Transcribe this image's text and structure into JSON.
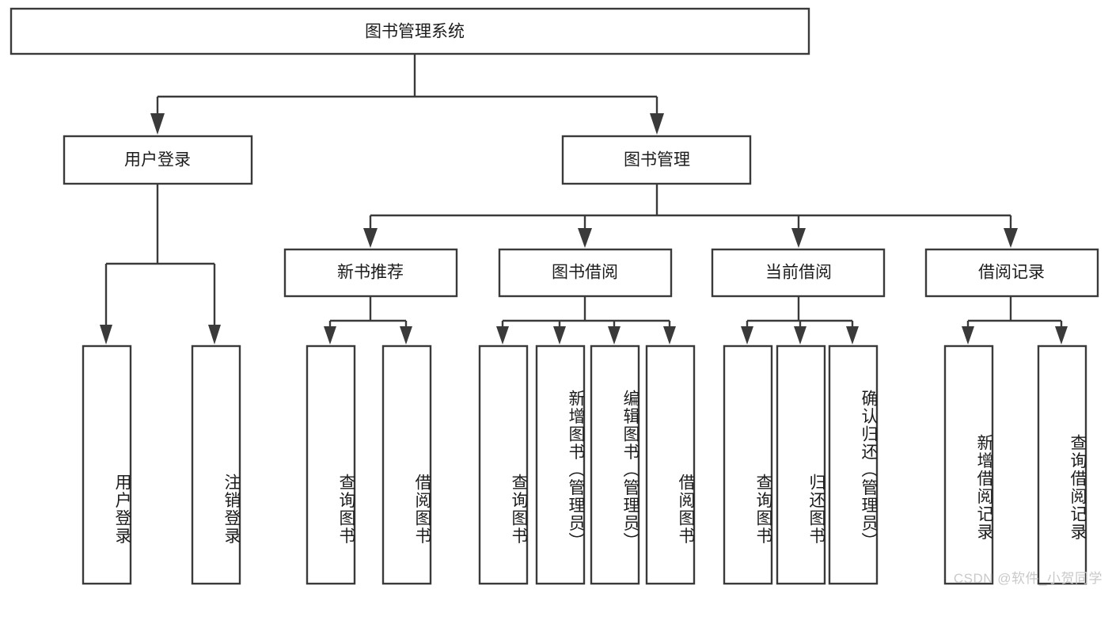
{
  "diagram": {
    "type": "tree",
    "title": "图书管理系统",
    "theme": {
      "background": "#ffffff",
      "box_fill": "#ffffff",
      "box_stroke": "#3a3a3a",
      "connector": "#3a3a3a",
      "text": "#1c1c1c",
      "watermark": "#c9c9c9"
    },
    "root": {
      "id": "root",
      "label": "图书管理系统",
      "orientation": "horizontal"
    },
    "level1": [
      {
        "id": "user-login",
        "label": "用户登录",
        "orientation": "horizontal"
      },
      {
        "id": "book-manage",
        "label": "图书管理",
        "orientation": "horizontal"
      }
    ],
    "level2": [
      {
        "id": "new-book-recommend",
        "label": "新书推荐",
        "parent": "book-manage",
        "orientation": "horizontal"
      },
      {
        "id": "book-borrow",
        "label": "图书借阅",
        "parent": "book-manage",
        "orientation": "horizontal"
      },
      {
        "id": "current-borrow",
        "label": "当前借阅",
        "parent": "book-manage",
        "orientation": "horizontal"
      },
      {
        "id": "borrow-record",
        "label": "借阅记录",
        "parent": "book-manage",
        "orientation": "horizontal"
      }
    ],
    "leaves": [
      {
        "id": "leaf-user-login",
        "label": "用户登录",
        "parent": "user-login",
        "orientation": "vertical"
      },
      {
        "id": "leaf-user-logout",
        "label": "注销登录",
        "parent": "user-login",
        "orientation": "vertical"
      },
      {
        "id": "leaf-query-book-rec",
        "label": "查询图书",
        "parent": "new-book-recommend",
        "orientation": "vertical"
      },
      {
        "id": "leaf-borrow-book-rec",
        "label": "借阅图书",
        "parent": "new-book-recommend",
        "orientation": "vertical"
      },
      {
        "id": "leaf-query-book-borrow",
        "label": "查询图书",
        "parent": "book-borrow",
        "orientation": "vertical"
      },
      {
        "id": "leaf-add-book-admin",
        "label": "新增图书（管理员）",
        "parent": "book-borrow",
        "orientation": "vertical"
      },
      {
        "id": "leaf-edit-book-admin",
        "label": "编辑图书（管理员）",
        "parent": "book-borrow",
        "orientation": "vertical"
      },
      {
        "id": "leaf-borrow-book",
        "label": "借阅图书",
        "parent": "book-borrow",
        "orientation": "vertical"
      },
      {
        "id": "leaf-query-book-cur",
        "label": "查询图书",
        "parent": "current-borrow",
        "orientation": "vertical"
      },
      {
        "id": "leaf-return-book",
        "label": "归还图书",
        "parent": "current-borrow",
        "orientation": "vertical"
      },
      {
        "id": "leaf-confirm-return-admin",
        "label": "确认归还（管理员）",
        "parent": "current-borrow",
        "orientation": "vertical"
      },
      {
        "id": "leaf-add-borrow-record",
        "label": "新增借阅记录",
        "parent": "borrow-record",
        "orientation": "vertical"
      },
      {
        "id": "leaf-query-borrow-record",
        "label": "查询借阅记录",
        "parent": "borrow-record",
        "orientation": "vertical"
      }
    ],
    "watermark": "CSDN @软件_小贺同学"
  }
}
